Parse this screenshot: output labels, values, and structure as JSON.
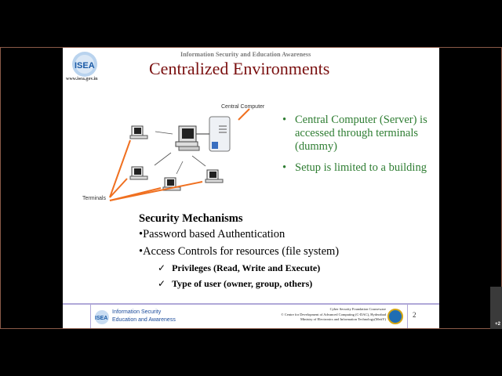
{
  "slide": {
    "header_org": "Information Security and Education Awareness",
    "logo_text": "ISEA",
    "logo_url": "www.isea.gov.in",
    "title": "Centralized Environments",
    "diagram": {
      "central_label": "Central Computer",
      "terminals_label": "Terminals",
      "arrow_color": "#f07020"
    },
    "right_bullets": [
      {
        "bullet": "•",
        "text": "Central Computer (Server) is accessed through terminals (dummy)"
      },
      {
        "bullet": "•",
        "text": "Setup is limited to a building"
      }
    ],
    "security": {
      "title": "Security Mechanisms",
      "items": [
        "•Password based Authentication",
        "•Access Controls for resources (file system)"
      ],
      "sub_items": [
        {
          "check": "✓",
          "text": "Privileges (Read, Write and Execute)"
        },
        {
          "check": "✓",
          "text": "Type of user (owner, group, others)"
        }
      ]
    },
    "footer": {
      "org_line1": "Information Security",
      "org_line2": "Education and Awareness",
      "credit_line1": "Cyber Security Foundation Courseware",
      "credit_line2": "© Centre for Development of Advanced Computing (C-DAC), Hyderabad",
      "credit_line3": "Ministry of Electronics and Information Technology(MeitY)",
      "page_number": "2"
    }
  },
  "participants_tile": {
    "count_label": "+2"
  },
  "colors": {
    "title": "#7a1010",
    "bullets_green": "#2e7d32",
    "frame_border": "#8a5a48",
    "footer_rule": "#b0a8d8"
  }
}
